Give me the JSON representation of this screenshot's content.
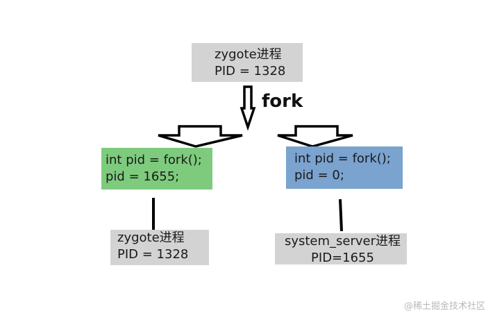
{
  "boxes": {
    "zygote_top": {
      "line1": "zygote进程",
      "line2": "PID = 1328",
      "color": "#d3d3d3"
    },
    "parent_code": {
      "line1": "int pid = fork();",
      "line2": "pid = 1655;",
      "color": "#7ecb7e"
    },
    "child_code": {
      "line1": "int pid = fork();",
      "line2": "pid = 0;",
      "color": "#7aa3cf"
    },
    "zygote_bottom": {
      "line1": "zygote进程",
      "line2": "PID = 1328",
      "color": "#d3d3d3"
    },
    "system_server": {
      "line1": "system_server进程",
      "line2": "PID=1655",
      "color": "#d3d3d3"
    }
  },
  "fork_label": "fork",
  "watermark": "@稀土掘金技术社区"
}
